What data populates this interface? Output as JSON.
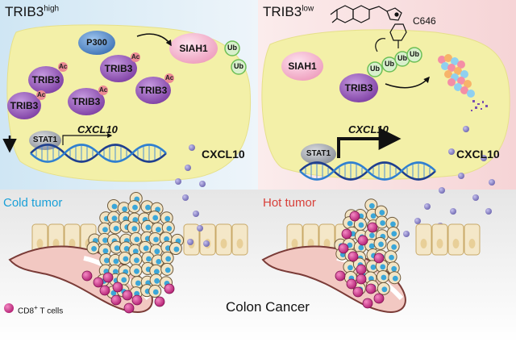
{
  "panels": {
    "high": {
      "title": "TRIB3",
      "superscript": "high",
      "p300": "P300",
      "siah1": "SIAH1",
      "trib3": "TRIB3",
      "acetyl": "Ac",
      "ub": "Ub",
      "stat1": "STAT1",
      "gene": "CXCL10",
      "chemokine": "CXCL10"
    },
    "low": {
      "title": "TRIB3",
      "superscript": "low",
      "drug": "C646",
      "siah1": "SIAH1",
      "trib3": "TRIB3",
      "ub": "Ub",
      "stat1": "STAT1",
      "gene": "CXCL10",
      "chemokine": "CXCL10"
    }
  },
  "tumors": {
    "cold": "Cold tumor",
    "hot": "Hot tumor"
  },
  "legend": {
    "cd8_label": "CD8",
    "cd8_sup": "+",
    "cd8_rest": " T cells"
  },
  "caption": "Colon Cancer",
  "colors": {
    "high_bg": "#dcecf6",
    "low_bg": "#f8dede",
    "cell": "#f3f0a8",
    "trib3": "#9a5fb8",
    "p300": "#5f93cf",
    "siah1": "#f2b4cc",
    "ub": "#86cf72",
    "acetyl": "#ec8a94",
    "stat1": "#8f939b",
    "chemokine": "#8d86c6",
    "cd8": "#cc2f86",
    "cold_text": "#1aa0d8",
    "hot_text": "#d8403a"
  }
}
